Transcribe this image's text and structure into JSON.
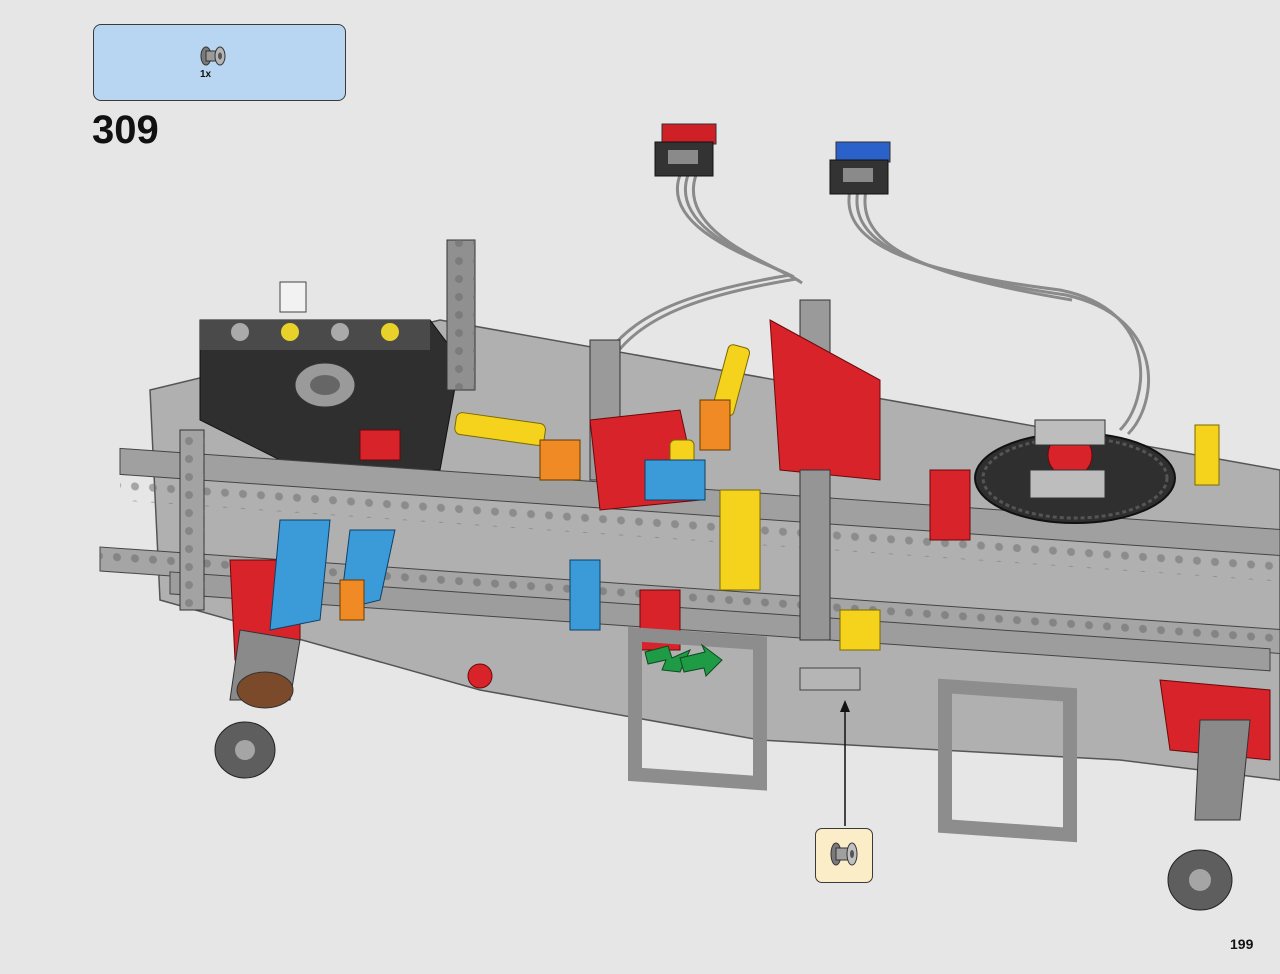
{
  "step": {
    "number": "309"
  },
  "parts_list": {
    "items": [
      {
        "icon": "bush-icon",
        "quantity": "1x"
      }
    ]
  },
  "callout": {
    "icon": "bush-icon"
  },
  "page": {
    "number": "199"
  },
  "colors": {
    "parts_box_bg": "#b8d6f2",
    "callout_bg": "#fbedc7",
    "page_bg": "#e6e6e6",
    "frame_gray": "#a9a9a9",
    "red": "#d8232a",
    "yellow": "#f5d21c",
    "azure": "#3a9bd8",
    "orange": "#f08a24",
    "black": "#2b2b2b",
    "arrow_green": "#1f9a45"
  }
}
